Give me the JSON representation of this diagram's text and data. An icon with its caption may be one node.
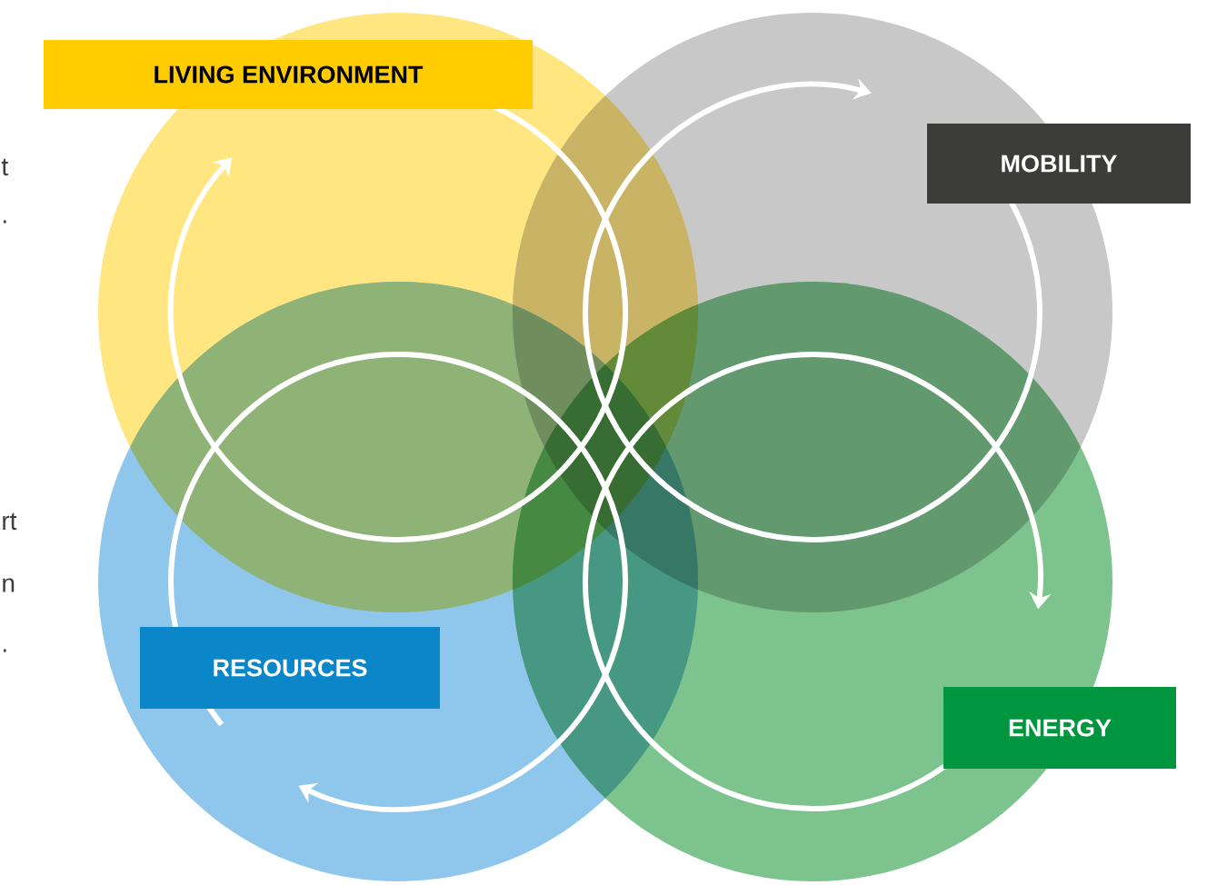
{
  "diagram": {
    "nodes": [
      {
        "text": [
          "LIVING ENVIRONMENT"
        ]
      },
      {
        "text": [
          "MOBILITY"
        ]
      },
      {
        "text": [
          "RESOURCES"
        ]
      },
      {
        "text": [
          "ENERGY"
        ]
      }
    ],
    "edges": [],
    "labels": [
      "t",
      ".",
      "rt",
      "n",
      "."
    ]
  }
}
